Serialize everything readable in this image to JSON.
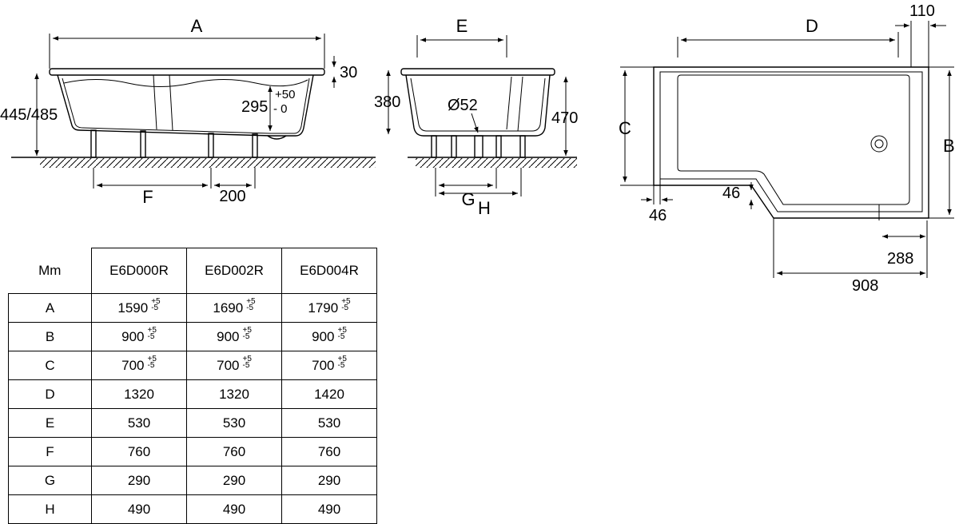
{
  "drawing": {
    "labels": {
      "A": "A",
      "E": "E",
      "D": "D",
      "C": "C",
      "B": "B",
      "F": "F",
      "G": "G",
      "H": "H",
      "dim_30": "30",
      "dim_445_485": "445/485",
      "dim_295": "295",
      "tol_plus": "+50",
      "tol_minus": "- 0",
      "dim_380": "380",
      "dim_470": "470",
      "dim_o52": "Ø52",
      "dim_110": "110",
      "dim_46_left": "46",
      "dim_46_mid": "46",
      "dim_288": "288",
      "dim_908": "908",
      "dim_200": "200"
    }
  },
  "table": {
    "corner": "Mm",
    "columns": [
      "E6D000R",
      "E6D002R",
      "E6D004R"
    ],
    "rows": [
      {
        "label": "A",
        "cells": [
          {
            "v": "1590",
            "p": "+5",
            "m": "-5"
          },
          {
            "v": "1690",
            "p": "+5",
            "m": "-5"
          },
          {
            "v": "1790",
            "p": "+5",
            "m": "-5"
          }
        ]
      },
      {
        "label": "B",
        "cells": [
          {
            "v": "900",
            "p": "+5",
            "m": "-5"
          },
          {
            "v": "900",
            "p": "+5",
            "m": "-5"
          },
          {
            "v": "900",
            "p": "+5",
            "m": "-5"
          }
        ]
      },
      {
        "label": "C",
        "cells": [
          {
            "v": "700",
            "p": "+5",
            "m": "-5"
          },
          {
            "v": "700",
            "p": "+5",
            "m": "-5"
          },
          {
            "v": "700",
            "p": "+5",
            "m": "-5"
          }
        ]
      },
      {
        "label": "D",
        "cells": [
          {
            "v": "1320"
          },
          {
            "v": "1320"
          },
          {
            "v": "1420"
          }
        ]
      },
      {
        "label": "E",
        "cells": [
          {
            "v": "530"
          },
          {
            "v": "530"
          },
          {
            "v": "530"
          }
        ]
      },
      {
        "label": "F",
        "cells": [
          {
            "v": "760"
          },
          {
            "v": "760"
          },
          {
            "v": "760"
          }
        ]
      },
      {
        "label": "G",
        "cells": [
          {
            "v": "290"
          },
          {
            "v": "290"
          },
          {
            "v": "290"
          }
        ]
      },
      {
        "label": "H",
        "cells": [
          {
            "v": "490"
          },
          {
            "v": "490"
          },
          {
            "v": "490"
          }
        ]
      }
    ]
  }
}
